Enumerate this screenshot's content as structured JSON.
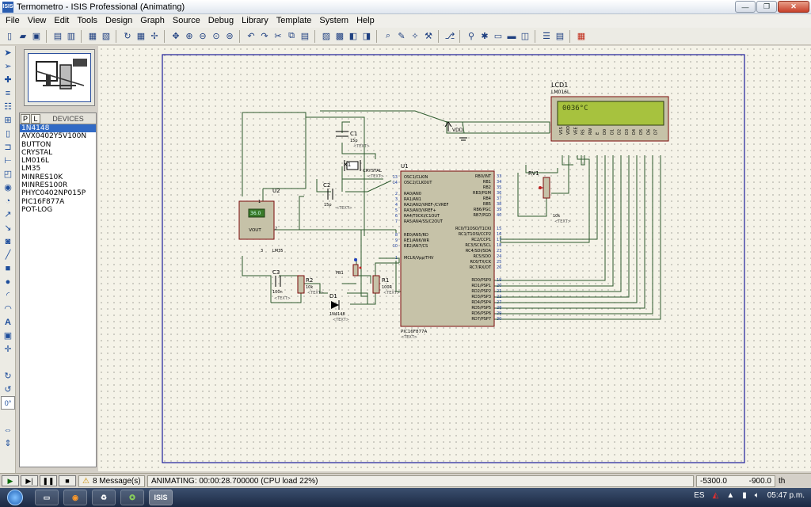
{
  "window": {
    "title": "Termometro - ISIS Professional (Animating)",
    "app_icon": "ISIS",
    "minimize_glyph": "—",
    "maximize_glyph": "❐",
    "close_glyph": "✕"
  },
  "menu": [
    "File",
    "View",
    "Edit",
    "Tools",
    "Design",
    "Graph",
    "Source",
    "Debug",
    "Library",
    "Template",
    "System",
    "Help"
  ],
  "devices": {
    "tab_p": "P",
    "tab_l": "L",
    "header": "DEVICES",
    "items": [
      "1N4148",
      "AVX0402Y5V100N",
      "BUTTON",
      "CRYSTAL",
      "LM016L",
      "LM35",
      "MINRES10K",
      "MINRES100R",
      "PHYC0402NP015P",
      "PIC16F877A",
      "POT-LOG"
    ],
    "selected_index": 0
  },
  "rotation": "0°",
  "schematic": {
    "lcd": {
      "ref": "LCD1",
      "part": "LM016L",
      "display": "0036°C",
      "pins": [
        "VSS",
        "VDD",
        "VEE",
        "RS",
        "RW",
        "E",
        "D0",
        "D1",
        "D2",
        "D3",
        "D4",
        "D5",
        "D6",
        "D7"
      ]
    },
    "pic": {
      "ref": "U1",
      "part": "PIC16F877A",
      "text": "<TEXT>",
      "left_pins": [
        {
          "name": "OSC1/CLKIN",
          "num": "13"
        },
        {
          "name": "OSC2/CLKOUT",
          "num": "14"
        },
        {
          "name": "RA0/AN0",
          "num": "2"
        },
        {
          "name": "RA1/AN1",
          "num": "3"
        },
        {
          "name": "RA2/AN2/VREF-/CVREF",
          "num": "4"
        },
        {
          "name": "RA3/AN3/VREF+",
          "num": "5"
        },
        {
          "name": "RA4/T0CKI/C1OUT",
          "num": "6"
        },
        {
          "name": "RA5/AN4/SS/C2OUT",
          "num": "7"
        },
        {
          "name": "RE0/AN5/RD",
          "num": "8"
        },
        {
          "name": "RE1/AN6/WR",
          "num": "9"
        },
        {
          "name": "RE2/AN7/CS",
          "num": "10"
        },
        {
          "name": "MCLR/Vpp/THV",
          "num": "1"
        }
      ],
      "right_pins": [
        {
          "name": "RB0/INT",
          "num": "33"
        },
        {
          "name": "RB1",
          "num": "34"
        },
        {
          "name": "RB2",
          "num": "35"
        },
        {
          "name": "RB3/PGM",
          "num": "36"
        },
        {
          "name": "RB4",
          "num": "37"
        },
        {
          "name": "RB5",
          "num": "38"
        },
        {
          "name": "RB6/PGC",
          "num": "39"
        },
        {
          "name": "RB7/PGD",
          "num": "40"
        },
        {
          "name": "RC0/T1OSO/T1CKI",
          "num": "15"
        },
        {
          "name": "RC1/T1OSI/CCP2",
          "num": "16"
        },
        {
          "name": "RC2/CCP1",
          "num": "17"
        },
        {
          "name": "RC3/SCK/SCL",
          "num": "18"
        },
        {
          "name": "RC4/SDI/SDA",
          "num": "23"
        },
        {
          "name": "RC5/SDO",
          "num": "24"
        },
        {
          "name": "RC6/TX/CK",
          "num": "25"
        },
        {
          "name": "RC7/RX/DT",
          "num": "26"
        },
        {
          "name": "RD0/PSP0",
          "num": "19"
        },
        {
          "name": "RD1/PSP1",
          "num": "20"
        },
        {
          "name": "RD2/PSP2",
          "num": "21"
        },
        {
          "name": "RD3/PSP3",
          "num": "22"
        },
        {
          "name": "RD4/PSP4",
          "num": "27"
        },
        {
          "name": "RD5/PSP5",
          "num": "28"
        },
        {
          "name": "RD6/PSP6",
          "num": "29"
        },
        {
          "name": "RD7/PSP7",
          "num": "30"
        }
      ]
    },
    "c1": {
      "ref": "C1",
      "value": "15p",
      "text": "<TEXT>"
    },
    "c2": {
      "ref": "C2",
      "value": "15p",
      "text": "<TEXT>"
    },
    "c3": {
      "ref": "C3",
      "value": "100n",
      "text": "<TEXT>"
    },
    "x1": {
      "ref": "X1",
      "value": "CRYSTAL",
      "text": "<TEXT>"
    },
    "u2": {
      "ref": "U2",
      "part": "LM35",
      "display": "36.0",
      "pin_vout": "VOUT",
      "pin1": "1",
      "pin2": "2",
      "pin3": "3"
    },
    "r1": {
      "ref": "R1",
      "value": "100R",
      "text": "<TEXT>"
    },
    "r2": {
      "ref": "R2",
      "value": "10k",
      "text": "<TEXT>"
    },
    "rv1": {
      "ref": "RV1",
      "value": "10k",
      "text": "<TEXT>"
    },
    "d1": {
      "ref": "D1",
      "value": "1N4148",
      "text": "<TEXT>"
    },
    "pb1": {
      "ref": "PB1"
    },
    "vdd": {
      "label": "VDD"
    }
  },
  "status": {
    "messages": "8 Message(s)",
    "animating": "ANIMATING: 00:00:28.700000 (CPU load 22%)",
    "coord_x": "-5300.0",
    "coord_y": "-900.0",
    "units": "th"
  },
  "taskbar": {
    "app_label": "ISIS",
    "language": "ES",
    "clock": "05:47 p.m."
  },
  "colors": {
    "wire": "#2d5a2d",
    "sheet_border": "#1c1c9a",
    "part_fill": "#c6c2a8",
    "lcd_bg": "#a7c23e",
    "lcd_fg": "#2b3a0e",
    "selection": "#316ac5"
  }
}
